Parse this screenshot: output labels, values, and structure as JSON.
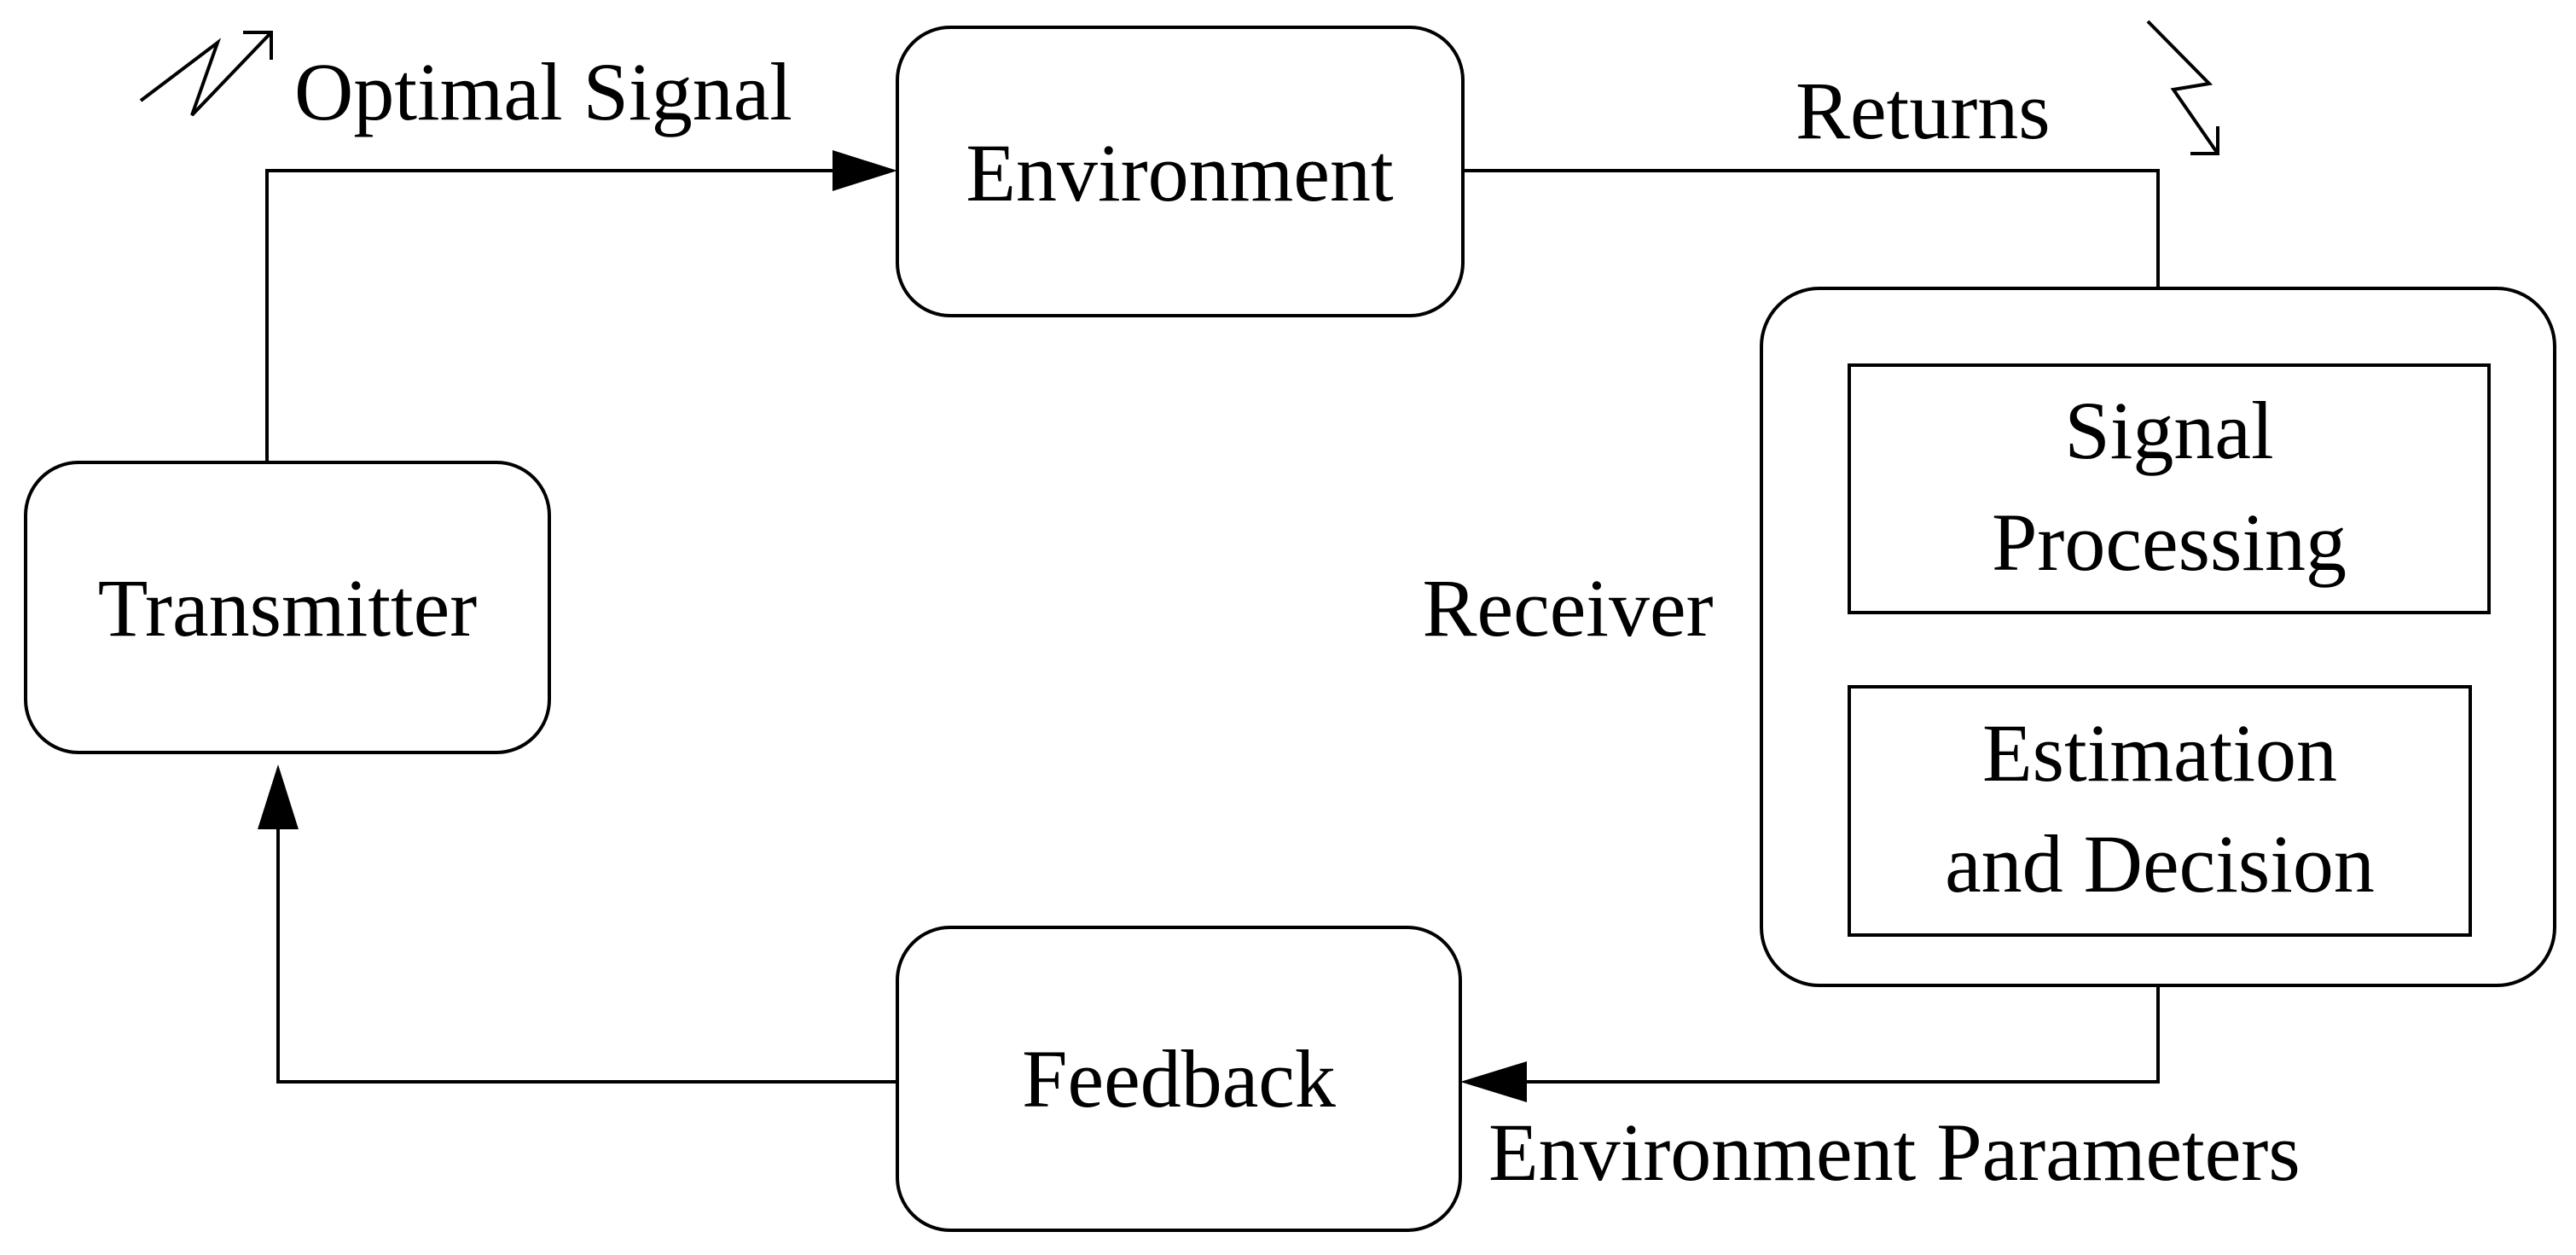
{
  "nodes": {
    "environment": "Environment",
    "transmitter": "Transmitter",
    "feedback": "Feedback",
    "receiver": "Receiver",
    "signal_processing": [
      "Signal",
      "Processing"
    ],
    "estimation": [
      "Estimation",
      "and Decision"
    ]
  },
  "edges": {
    "optimal_signal": "Optimal Signal",
    "returns": "Returns",
    "environment_parameters": "Environment Parameters"
  },
  "icons": {
    "transmit": "zigzag-up-arrow-icon",
    "receive": "zigzag-down-arrow-icon"
  },
  "colors": {
    "stroke": "#000000",
    "background": "#ffffff"
  }
}
